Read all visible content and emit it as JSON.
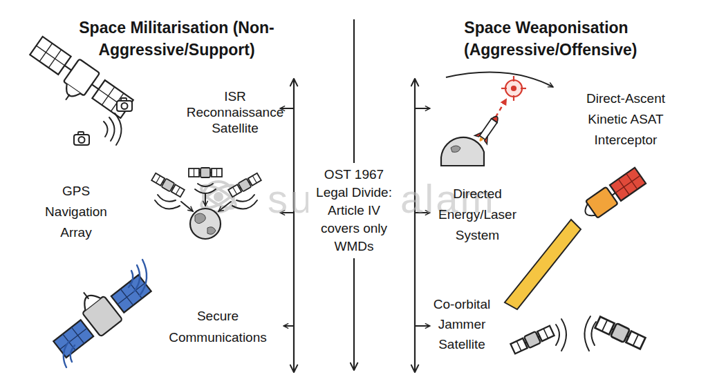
{
  "diagram": {
    "labels": [
      "Space Militarisation (Non-Aggressive/Support)",
      "Space Weaponisation (Aggressive/Offensive)",
      "ISR Reconnaissance Satellite",
      "GPS Navigation Array",
      "Secure Communications",
      "OST 1967 Legal Divide: Article IV covers only WMDs",
      "Direct-Ascent Kinetic ASAT Interceptor",
      "Directed Energy/Laser System",
      "Co-orbital Jammer Satellite",
      "superkalam"
    ]
  }
}
